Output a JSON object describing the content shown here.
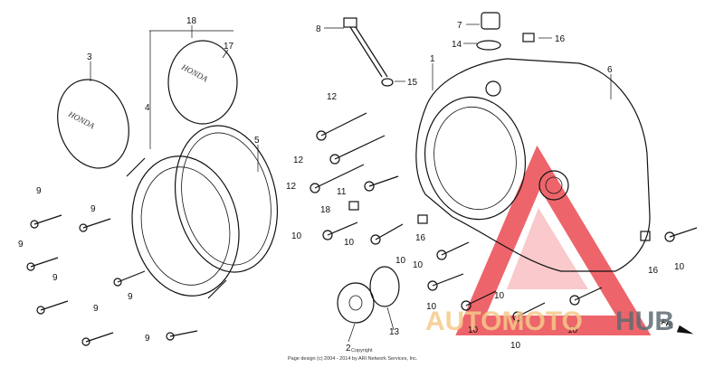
{
  "diagram": {
    "callouts": [
      {
        "label": "18"
      },
      {
        "label": "17"
      },
      {
        "label": "3"
      },
      {
        "label": "4"
      },
      {
        "label": "5"
      },
      {
        "label": "8"
      },
      {
        "label": "7"
      },
      {
        "label": "14"
      },
      {
        "label": "16"
      },
      {
        "label": "1"
      },
      {
        "label": "6"
      },
      {
        "label": "15"
      },
      {
        "label": "12"
      },
      {
        "label": "12"
      },
      {
        "label": "12"
      },
      {
        "label": "11"
      },
      {
        "label": "18"
      },
      {
        "label": "10"
      },
      {
        "label": "10"
      },
      {
        "label": "16"
      },
      {
        "label": "10"
      },
      {
        "label": "10"
      },
      {
        "label": "10"
      },
      {
        "label": "10"
      },
      {
        "label": "10"
      },
      {
        "label": "10"
      },
      {
        "label": "10"
      },
      {
        "label": "16"
      },
      {
        "label": "2"
      },
      {
        "label": "13"
      },
      {
        "label": "9"
      },
      {
        "label": "9"
      },
      {
        "label": "9"
      },
      {
        "label": "9"
      },
      {
        "label": "9"
      },
      {
        "label": "9"
      },
      {
        "label": "9"
      },
      {
        "label": "10"
      }
    ],
    "emblem_text": [
      "HONDA",
      "HONDA"
    ],
    "direction_label": "FR.",
    "copyright": "Page design (c) 2004 - 2014 by ARI Network Services, Inc.",
    "copyright_small": "Copyright"
  },
  "watermark": {
    "part1": "AUTOMOTO",
    "part2": "HUB",
    "colors": {
      "part1": "#f5c98a",
      "part2": "#5f6b73",
      "triangle": "#e8323a"
    }
  }
}
